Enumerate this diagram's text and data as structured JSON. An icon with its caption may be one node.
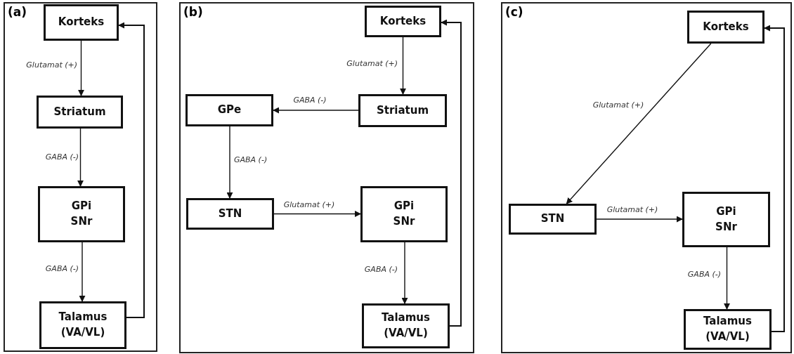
{
  "diagram": {
    "nodes": [
      {
        "text": [
          "(a)"
        ]
      },
      {
        "text": [
          "Korteks"
        ],
        "in": 0
      },
      {
        "text": [
          "Striatum"
        ],
        "in": 0
      },
      {
        "text": [
          "GPi SNr"
        ],
        "in": 0
      },
      {
        "text": [
          "Talamus (VA/VL)"
        ],
        "in": 0
      },
      {
        "text": [
          "(b)"
        ]
      },
      {
        "text": [
          "Korteks"
        ],
        "in": 5
      },
      {
        "text": [
          "GPe"
        ],
        "in": 5
      },
      {
        "text": [
          "Striatum"
        ],
        "in": 5
      },
      {
        "text": [
          "STN"
        ],
        "in": 5
      },
      {
        "text": [
          "GPi SNr"
        ],
        "in": 5
      },
      {
        "text": [
          "Talamus (VA/VL)"
        ],
        "in": 5
      },
      {
        "text": [
          "(c)"
        ]
      },
      {
        "text": [
          "Korteks"
        ],
        "in": 12
      },
      {
        "text": [
          "STN"
        ],
        "in": 12
      },
      {
        "text": [
          "GPi SNr"
        ],
        "in": 12
      },
      {
        "text": [
          "Talamus (VA/VL)"
        ],
        "in": 12
      }
    ],
    "edges": [
      {
        "from": 1,
        "to": 2,
        "arrow": "to",
        "label": "Glutamat (+)"
      },
      {
        "from": 2,
        "to": 3,
        "arrow": "to",
        "label": "GABA (-)"
      },
      {
        "from": 3,
        "to": 4,
        "arrow": "to",
        "label": "GABA (-)"
      },
      {
        "from": 4,
        "to": 1,
        "arrow": "to"
      },
      {
        "from": 6,
        "to": 8,
        "arrow": "to",
        "label": "Glutamat (+)"
      },
      {
        "from": 8,
        "to": 7,
        "arrow": "to",
        "label": "GABA (-)"
      },
      {
        "from": 7,
        "to": 9,
        "arrow": "to",
        "label": "GABA (-)"
      },
      {
        "from": 9,
        "to": 10,
        "arrow": "to",
        "label": "Glutamat (+)"
      },
      {
        "from": 10,
        "to": 11,
        "arrow": "to",
        "label": "GABA (-)"
      },
      {
        "from": 11,
        "to": 6,
        "arrow": "to"
      },
      {
        "from": 13,
        "to": 14,
        "arrow": "to",
        "label": "Glutamat (+)"
      },
      {
        "from": 14,
        "to": 15,
        "arrow": "to",
        "label": "Glutamat (+)"
      },
      {
        "from": 15,
        "to": 16,
        "arrow": "to",
        "label": "GABA (-)"
      },
      {
        "from": 16,
        "to": 13,
        "arrow": "to"
      }
    ]
  }
}
